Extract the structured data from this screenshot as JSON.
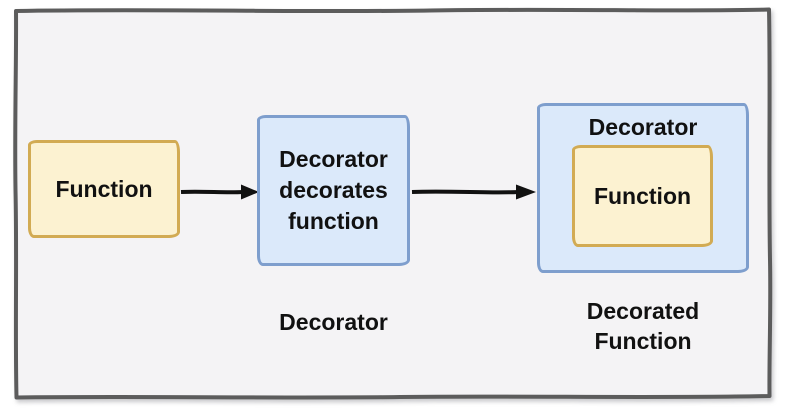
{
  "diagram": {
    "function_box": {
      "label": "Function"
    },
    "process_box": {
      "label": "Decorator decorates function"
    },
    "result_box": {
      "title": "Decorator",
      "inner_label": "Function"
    },
    "captions": {
      "process": "Decorator",
      "result": "Decorated Function"
    }
  },
  "colors": {
    "frame_border": "#5c5c5c",
    "frame_bg": "#f4f3f5",
    "yellow_fill": "#fcf2d1",
    "yellow_border": "#d2ab53",
    "blue_fill": "#dbe9fa",
    "blue_border": "#7e9ecd",
    "arrow": "#111111",
    "text": "#111111"
  }
}
